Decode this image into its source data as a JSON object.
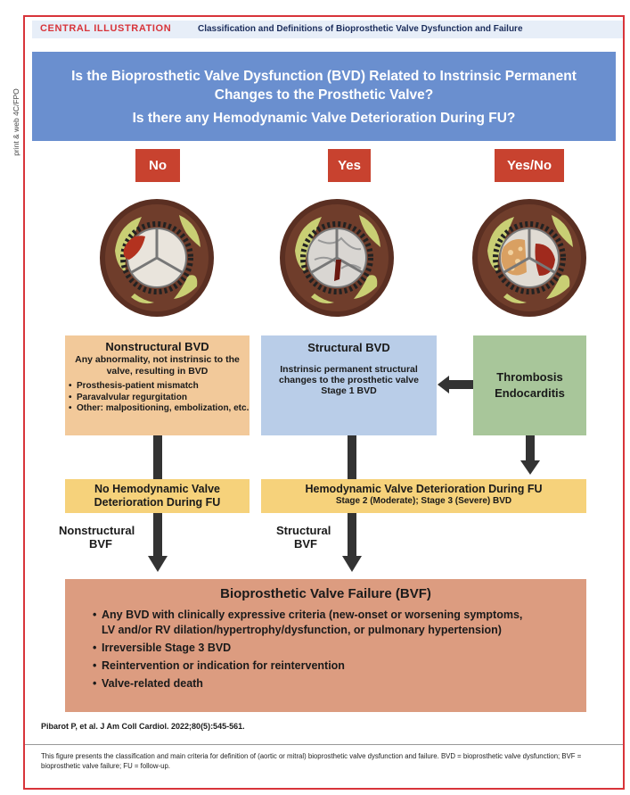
{
  "side_label": "print & web 4C/FPO",
  "header": {
    "label": "CENTRAL ILLUSTRATION",
    "title": "Classification and Definitions of Bioprosthetic Valve Dysfunction and Failure"
  },
  "question": {
    "line1": "Is the Bioprosthetic Valve Dysfunction (BVD) Related to Instrinsic Permanent",
    "line2": "Changes to the Prosthetic Valve?",
    "line3": "Is there any Hemodynamic Valve Deterioration During FU?"
  },
  "answers": [
    "No",
    "Yes",
    "Yes/No"
  ],
  "colors": {
    "frame": "#d8343a",
    "question_bg": "#6a8fcf",
    "tag_bg": "#c8422f",
    "nonstructural_bg": "#f2c99a",
    "structural_bg": "#b9cde8",
    "thrombosis_bg": "#a8c69a",
    "deterioration_bg": "#f6d27b",
    "failure_bg": "#dc9c80"
  },
  "nonstructural": {
    "title": "Nonstructural BVD",
    "desc": "Any abnormality, not instrinsic to the valve, resulting in BVD",
    "items": [
      "Prosthesis-patient mismatch",
      "Paravalvular regurgitation",
      "Other: malpositioning, embolization, etc."
    ]
  },
  "structural": {
    "title": "Structural BVD",
    "desc": "Instrinsic permanent structural changes to the prosthetic valve Stage 1 BVD"
  },
  "thrombosis": {
    "line1": "Thrombosis",
    "line2": "Endocarditis"
  },
  "no_deterioration": {
    "line1": "No Hemodynamic Valve",
    "line2": "Deterioration During FU"
  },
  "deterioration": {
    "title": "Hemodynamic Valve Deterioration During FU",
    "subtitle": "Stage 2 (Moderate); Stage 3 (Severe) BVD"
  },
  "bvf_labels": {
    "nonstructural_1": "Nonstructural",
    "nonstructural_2": "BVF",
    "structural_1": "Structural",
    "structural_2": "BVF"
  },
  "failure": {
    "title": "Bioprosthetic Valve Failure (BVF)",
    "item1a": "Any BVD with clinically expressive criteria (new-onset or worsening symptoms,",
    "item1b": "LV and/or RV dilation/hypertrophy/dysfunction, or pulmonary hypertension)",
    "item2": "Irreversible Stage 3 BVD",
    "item3": "Reintervention or indication for reintervention",
    "item4": "Valve-related death"
  },
  "citation": "Pibarot P, et al. J Am Coll Cardiol. 2022;80(5):545-561.",
  "caption": "This figure presents the classification and main criteria for definition of (aortic or mitral) bioprosthetic valve dysfunction and failure. BVD = bioprosthetic valve dysfunction; BVF = bioprosthetic valve failure; FU = follow-up."
}
